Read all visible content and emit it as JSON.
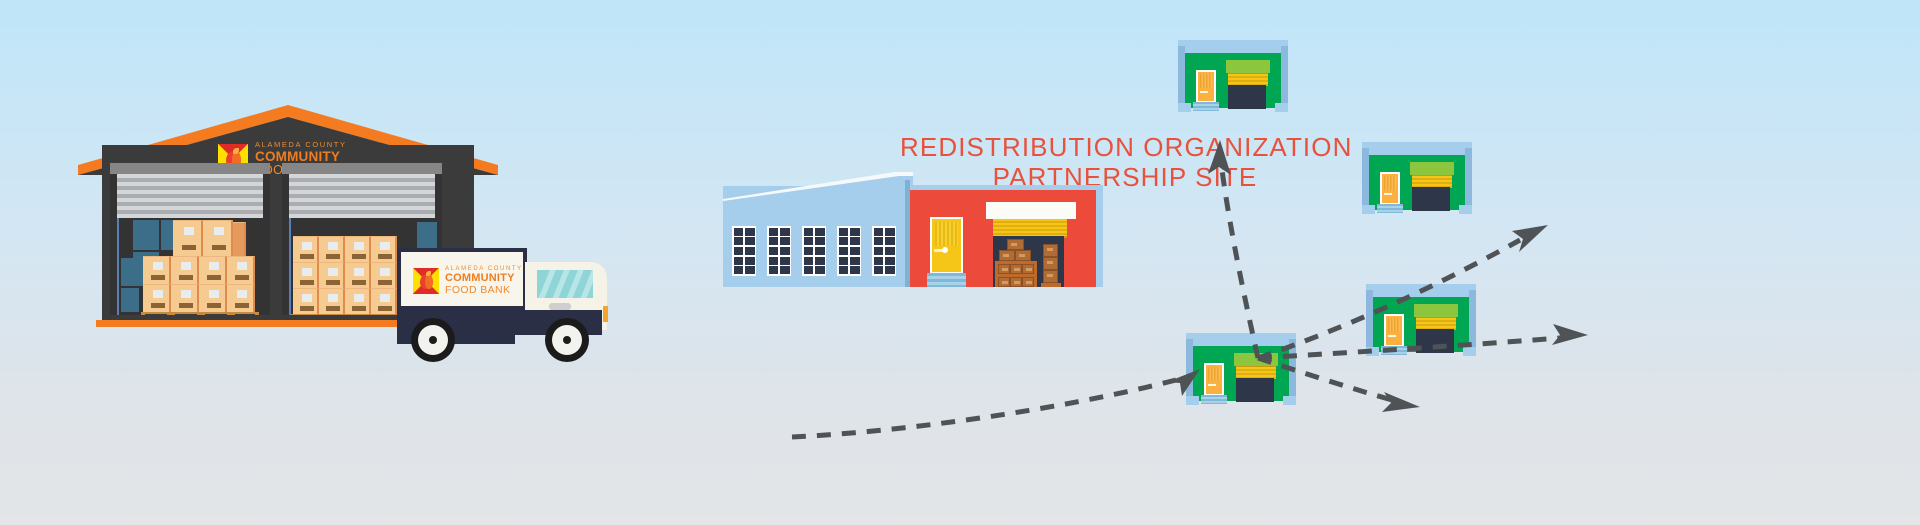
{
  "scene": {
    "title_line1": "REDISTRIBUTION ORGANIZATION",
    "title_line2": "PARTNERSHIP SITE",
    "title_color": "#e8513c",
    "background_top": "#bfe5f9",
    "background_bottom": "#e3e5e7"
  },
  "logo": {
    "line1": "ALAMEDA COUNTY",
    "line2": "COMMUNITY",
    "line3": "FOOD BANK",
    "color_text": "#f08b2b",
    "color_mark_yellow": "#fde000",
    "color_mark_red": "#e02b26"
  },
  "warehouse": {
    "name": "Alameda County Community Food Bank warehouse",
    "roof_color": "#f47b20",
    "body_color": "#3b3b3b",
    "bays": 2
  },
  "truck": {
    "name": "delivery truck",
    "body_color": "#2b2f46",
    "cab_color": "#f5f3e7",
    "windshield_color": "#8fd5d8"
  },
  "partner_site": {
    "name": "redistribution organization partnership site",
    "warehouse_color": "#a5cdec",
    "front_color": "#ec4b3c",
    "door_color": "#f5c518",
    "windows": 5
  },
  "partner_agencies": [
    {
      "label": "partner agency 1",
      "color": "#00a651"
    },
    {
      "label": "partner agency 2",
      "color": "#00a651"
    },
    {
      "label": "partner agency 3",
      "color": "#00a651"
    },
    {
      "label": "partner agency 4",
      "color": "#00a651"
    }
  ],
  "flow": {
    "inbound_label": "truck delivers to partnership site",
    "outbound_label": "partnership site redistributes to partner agencies",
    "arrow_color": "#4f5356",
    "arrow_count_outbound": 4
  }
}
